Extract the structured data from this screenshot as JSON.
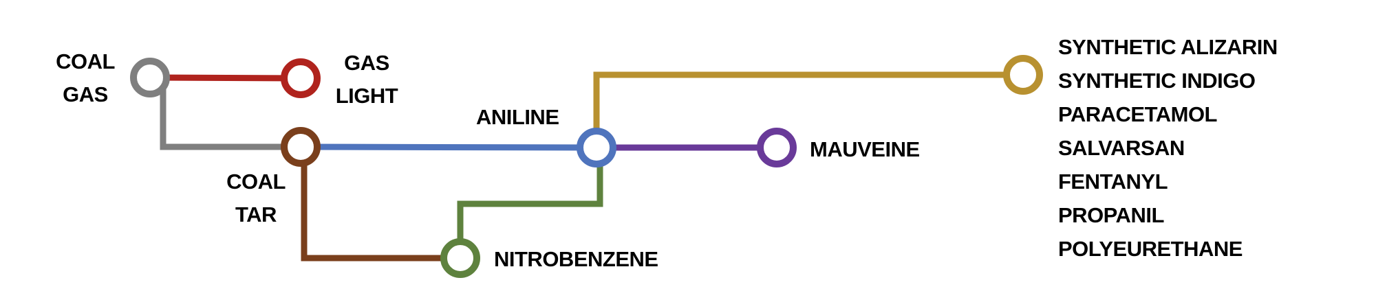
{
  "stations": {
    "coal_gas": [
      "COAL",
      "GAS"
    ],
    "gas_light": [
      "GAS",
      "LIGHT"
    ],
    "coal_tar": [
      "COAL",
      "TAR"
    ],
    "aniline": "ANILINE",
    "mauveine": "MAUVEINE",
    "nitrobenzene": "NITROBENZENE",
    "products": [
      "SYNTHETIC ALIZARIN",
      "SYNTHETIC INDIGO",
      "PARACETAMOL",
      "SALVARSAN",
      "FENTANYL",
      "PROPANIL",
      "POLYEURETHANE"
    ]
  },
  "colors": {
    "gray": "#7f7f7f",
    "red": "#b0231d",
    "brown": "#7a3f1c",
    "blue": "#4f74bd",
    "purple": "#693a99",
    "gold": "#b89130",
    "green": "#5e823e"
  }
}
